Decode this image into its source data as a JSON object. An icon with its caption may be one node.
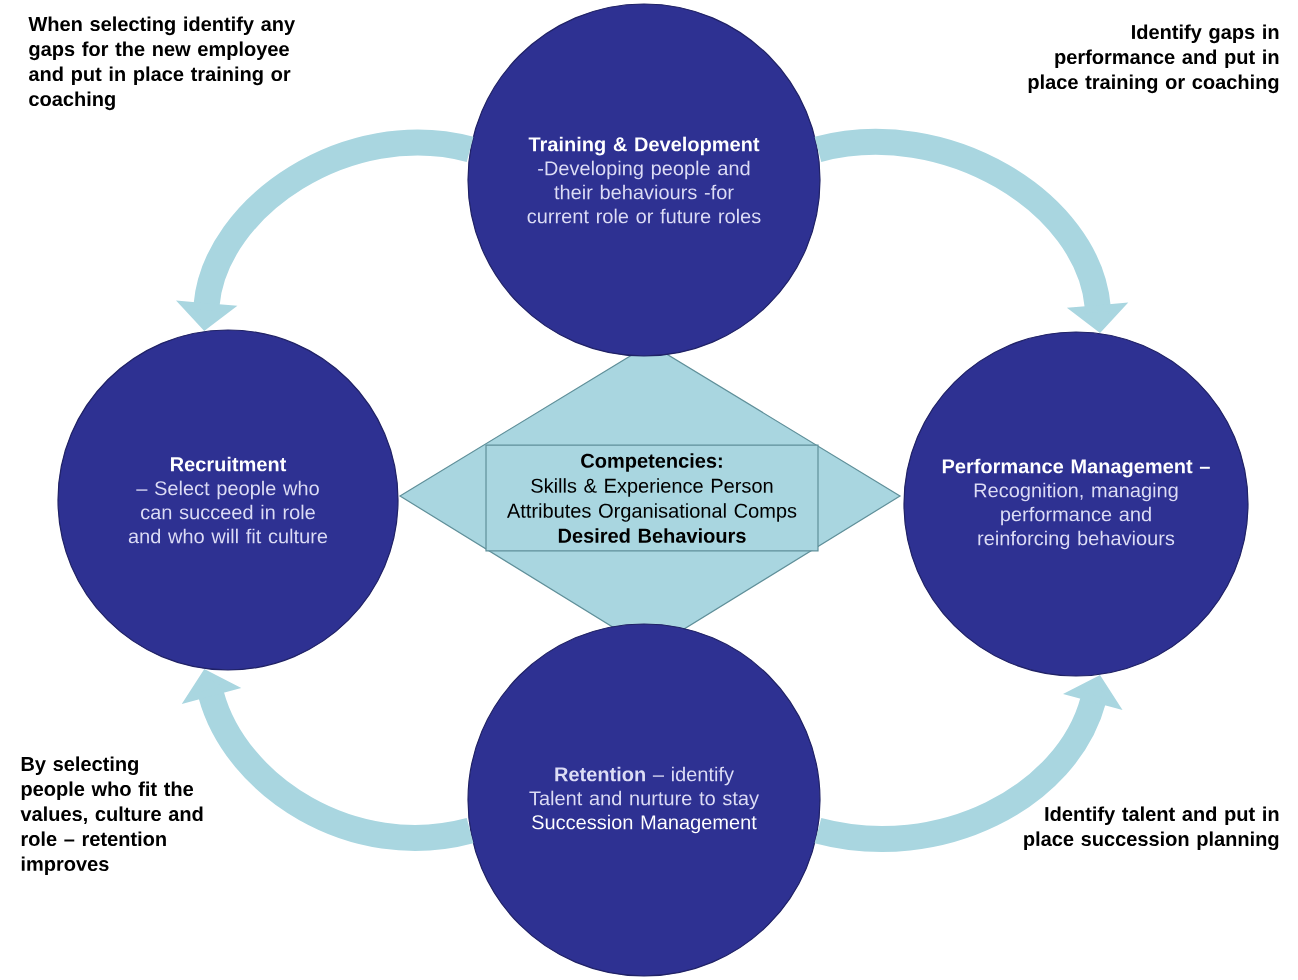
{
  "diagram": {
    "nodes": [
      {
        "text": [
          "Training & Development",
          "-Developing people and their behaviours -for current role or future roles"
        ]
      },
      {
        "text": [
          "Recruitment",
          "– Select people who can succeed in role and who will fit culture"
        ]
      },
      {
        "text": [
          "Performance Management –",
          "Recognition, managing performance and reinforcing behaviours"
        ]
      },
      {
        "text": [
          "**Retention** – identify Talent and nurture to stay",
          "Succession Management"
        ]
      },
      {
        "text": [
          "Competencies:",
          "Skills & Experience Person Attributes Organisational Comps",
          "Desired Behaviours"
        ]
      }
    ],
    "edges": [
      {
        "from": 0,
        "to": 1,
        "arrow": "to"
      },
      {
        "from": 0,
        "to": 2,
        "arrow": "to"
      },
      {
        "from": 3,
        "to": 1,
        "arrow": "to"
      },
      {
        "from": 3,
        "to": 2,
        "arrow": "to"
      }
    ],
    "labels": [
      "When selecting identify any gaps for the new employee and put in place training or coaching",
      "Identify gaps in performance and put in place training or coaching",
      "By selecting people who fit the values, culture and role – retention improves",
      "Identify talent and put in place succession planning"
    ]
  }
}
